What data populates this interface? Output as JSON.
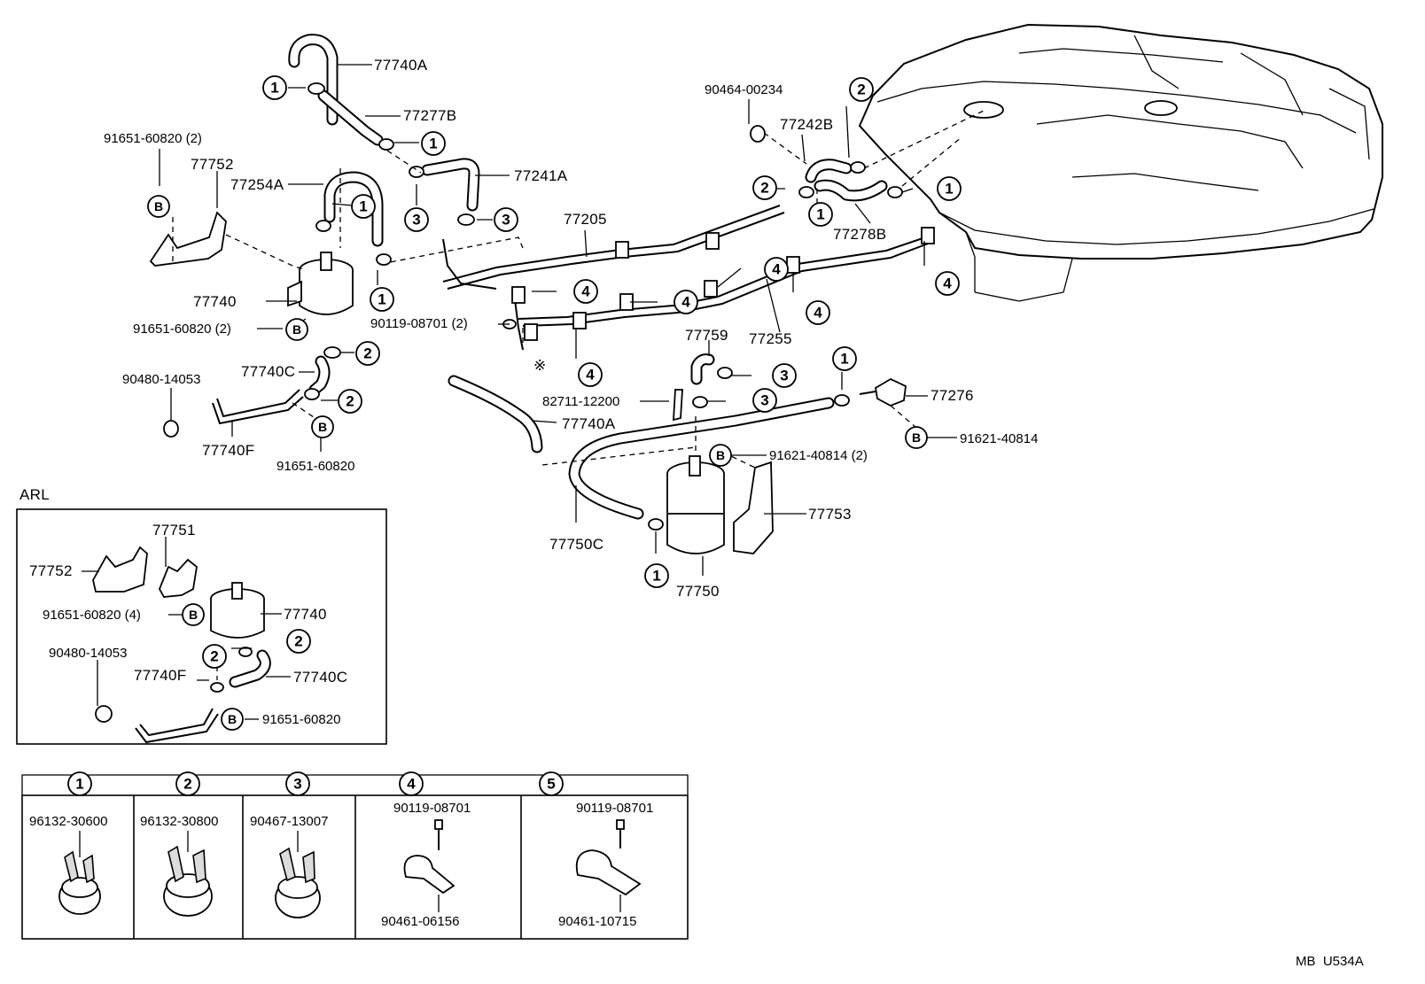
{
  "page_code": "MB  U534A",
  "inset": {
    "title": "ARL"
  },
  "labels": {
    "p77740A_top": "77740A",
    "p77277B": "77277B",
    "p91651_60820_2_top": "91651-60820 (2)",
    "p77752": "77752",
    "p77254A": "77254A",
    "p77740": "77740",
    "p91651_60820_2_mid": "91651-60820 (2)",
    "p77740C": "77740C",
    "p90480_14053": "90480-14053",
    "p77740F": "77740F",
    "p91651_60820": "91651-60820",
    "p77241A": "77241A",
    "p77205": "77205",
    "p90119_08701_2": "90119-08701 (2)",
    "p90464_00234": "90464-00234",
    "p77242B": "77242B",
    "p77278B": "77278B",
    "p77255": "77255",
    "p77759": "77759",
    "p82711_12200": "82711-12200",
    "p77740A_mid": "77740A",
    "p91621_40814_2": "91621-40814 (2)",
    "p77276": "77276",
    "p91621_40814": "91621-40814",
    "p77753": "77753",
    "p77750C": "77750C",
    "p77750": "77750",
    "note_mark": "※"
  },
  "inset_labels": {
    "p77751": "77751",
    "p77752": "77752",
    "p91651_60820_4": "91651-60820 (4)",
    "p77740": "77740",
    "p90480_14053": "90480-14053",
    "p77740F": "77740F",
    "p77740C": "77740C",
    "p91651_60820": "91651-60820"
  },
  "callouts": {
    "c1": "1",
    "c2": "2",
    "c3": "3",
    "c4": "4",
    "c5": "5",
    "cB": "B"
  },
  "legend": [
    {
      "id": "1",
      "parts": [
        "96132-30600"
      ]
    },
    {
      "id": "2",
      "parts": [
        "96132-30800"
      ]
    },
    {
      "id": "3",
      "parts": [
        "90467-13007"
      ]
    },
    {
      "id": "4",
      "parts": [
        "90119-08701",
        "90461-06156"
      ]
    },
    {
      "id": "5",
      "parts": [
        "90119-08701",
        "90461-10715"
      ]
    }
  ]
}
